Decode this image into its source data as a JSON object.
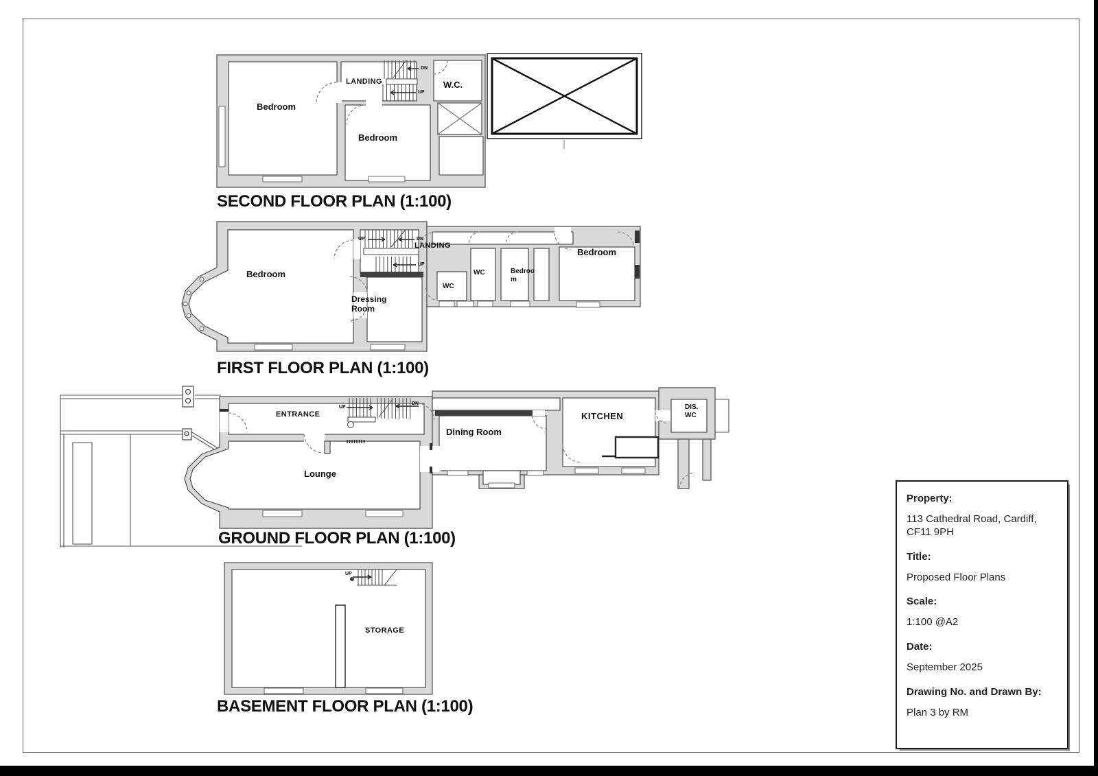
{
  "drawing": {
    "plans": {
      "second_floor": {
        "title": "SECOND FLOOR PLAN (1:100)",
        "labels": {
          "bedroom_left": "Bedroom",
          "bedroom_mid": "Bedroom",
          "landing": "LANDING",
          "wc": "W.C.",
          "stair_dn": "DN",
          "stair_up": "UP"
        }
      },
      "first_floor": {
        "title": "FIRST FLOOR PLAN (1:100)",
        "labels": {
          "bedroom_left": "Bedroom",
          "dressing_room": "Dressing Room",
          "landing": "LANDING",
          "wc_left": "WC",
          "wc_right": "WC",
          "bedroom_mid_line1": "Bedroo",
          "bedroom_mid_line2": "m",
          "bedroom_right": "Bedroom",
          "stair_up_top": "UP",
          "stair_dn": "DN",
          "stair_up_bottom": "UP"
        }
      },
      "ground_floor": {
        "title": "GROUND FLOOR PLAN (1:100)",
        "labels": {
          "entrance": "ENTRANCE",
          "lounge": "Lounge",
          "dining_room": "Dining Room",
          "kitchen": "KITCHEN",
          "dis_wc_line1": "DIS.",
          "dis_wc_line2": "WC",
          "stair_up": "UP",
          "stair_dn": "DN"
        }
      },
      "basement": {
        "title": "BASEMENT FLOOR PLAN (1:100)",
        "labels": {
          "storage": "STORAGE",
          "stair_up": "UP"
        }
      }
    },
    "title_block": {
      "property_label": "Property:",
      "property_value": "113 Cathedral Road, Cardiff, CF11 9PH",
      "title_label": "Title:",
      "title_value": "Proposed Floor Plans",
      "scale_label": "Scale:",
      "scale_value": "1:100 @A2",
      "date_label": "Date:",
      "date_value": "September 2025",
      "drawing_no_label": "Drawing No. and Drawn By:",
      "drawing_no_value": "Plan 3 by RM"
    },
    "colors": {
      "wall_fill": "#d9d9d9",
      "wall_line": "#4a4a4a",
      "ink": "#111111"
    }
  }
}
